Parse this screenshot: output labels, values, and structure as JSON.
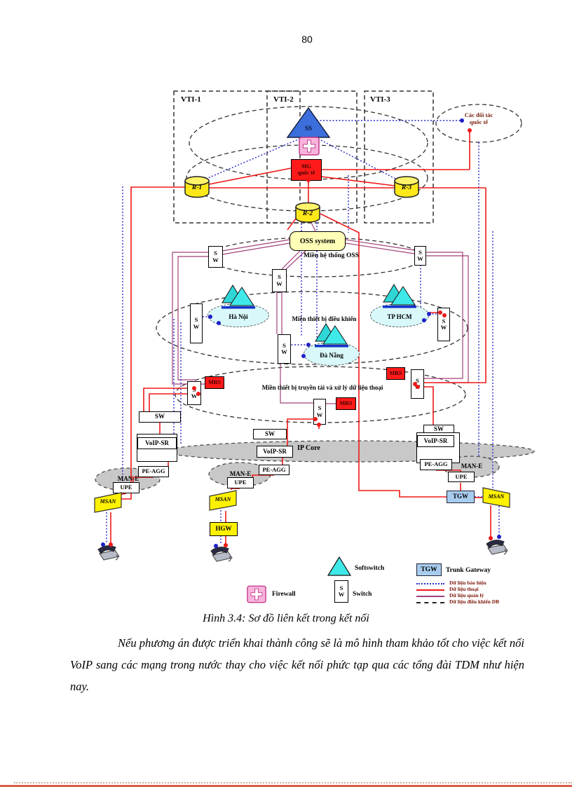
{
  "page_number": "80",
  "zones": {
    "vti1": "VTI-1",
    "vti2": "VTI-2",
    "vti3": "VTI-3"
  },
  "labels": {
    "ss": "SS",
    "mg": "MG\nquốc tế",
    "r1": "R-1",
    "r2": "R-2",
    "r3": "R-3",
    "partners": "Các đối tác\nquốc tế",
    "oss": "OSS system",
    "domain_oss": "Miền hệ thống OSS",
    "domain_control": "Miền thiết bị điều khiển",
    "domain_transport": "Miền thiết bị truyền tải và xử lý dữ liệu thoại",
    "hanoi": "Hà Nội",
    "tphcm": "TP HCM",
    "danang": "Đà Nẵng",
    "sw": "S\nW",
    "sw_wide": "SW",
    "mrs": "MRS",
    "voip_sr": "VoIP-SR",
    "ip_core": "IP Core",
    "pe_agg": "PE-AGG",
    "man_e": "MAN-E",
    "upe": "UPE",
    "msan": "MSAN",
    "hgw": "HGW",
    "tgw": "TGW"
  },
  "legend": {
    "softswitch": "Softswitch",
    "firewall": "Firewall",
    "switch": "Switch",
    "tgw_abbr": "TGW",
    "tgw_name": "Trunk Gateway",
    "lines": [
      {
        "label": "Dữ liệu báo hiệu"
      },
      {
        "label": "Dữ liệu thoại"
      },
      {
        "label": "Dữ liệu quản lý"
      },
      {
        "label": "Dữ liệu điều khiển DB"
      }
    ]
  },
  "caption": "Hình 3.4: Sơ đồ liên kết trong kết nối",
  "paragraph": "Nếu phương án được triển khai thành công sẽ là mô hình tham khảo tốt cho việc kết nối VoIP sang các mạng trong nước thay cho việc kết nối phức tạp qua các tổng đài TDM như hiện nay.",
  "colors": {
    "signal": "#2828CC",
    "voice": "#F01818",
    "management": "#A0407C",
    "db_control": "#222222"
  }
}
